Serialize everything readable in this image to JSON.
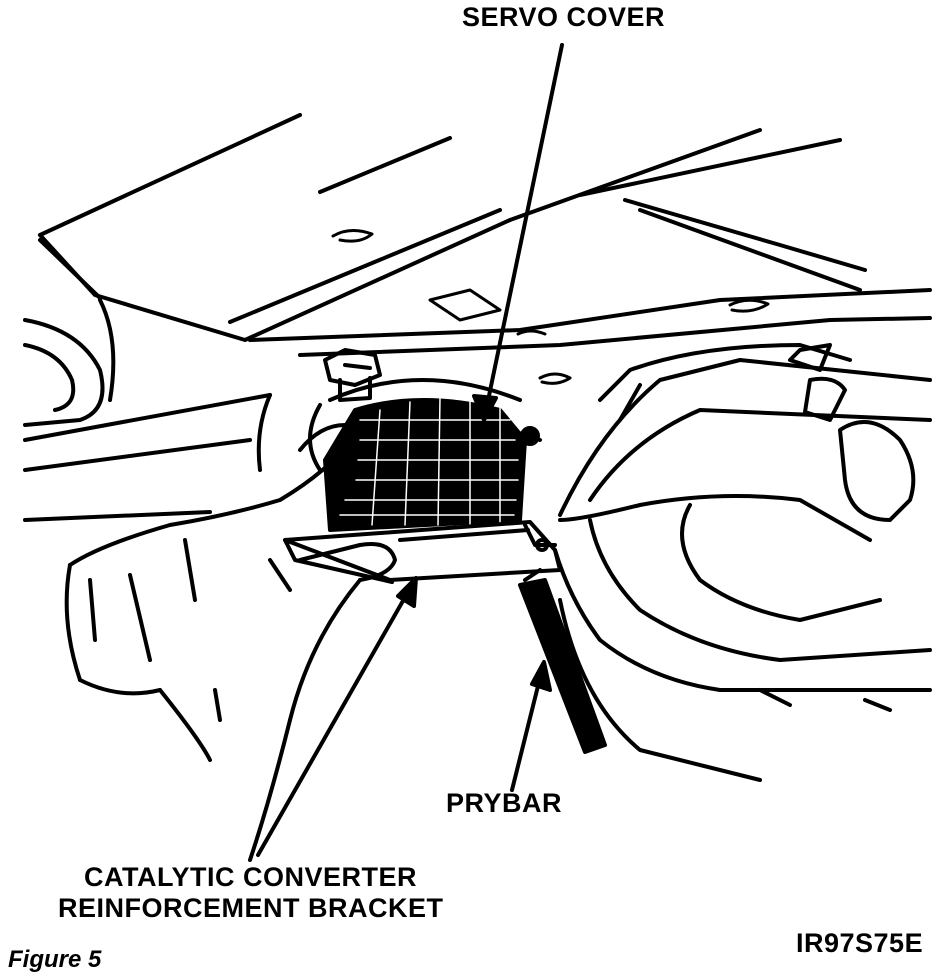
{
  "labels": {
    "servo_cover": "SERVO COVER",
    "prybar": "PRYBAR",
    "catalytic_line1": "CATALYTIC CONVERTER",
    "catalytic_line2": "REINFORCEMENT BRACKET"
  },
  "figure_caption": "Figure 5",
  "figure_id": "IR97S75E",
  "colors": {
    "ink": "#000000",
    "paper": "#ffffff"
  }
}
